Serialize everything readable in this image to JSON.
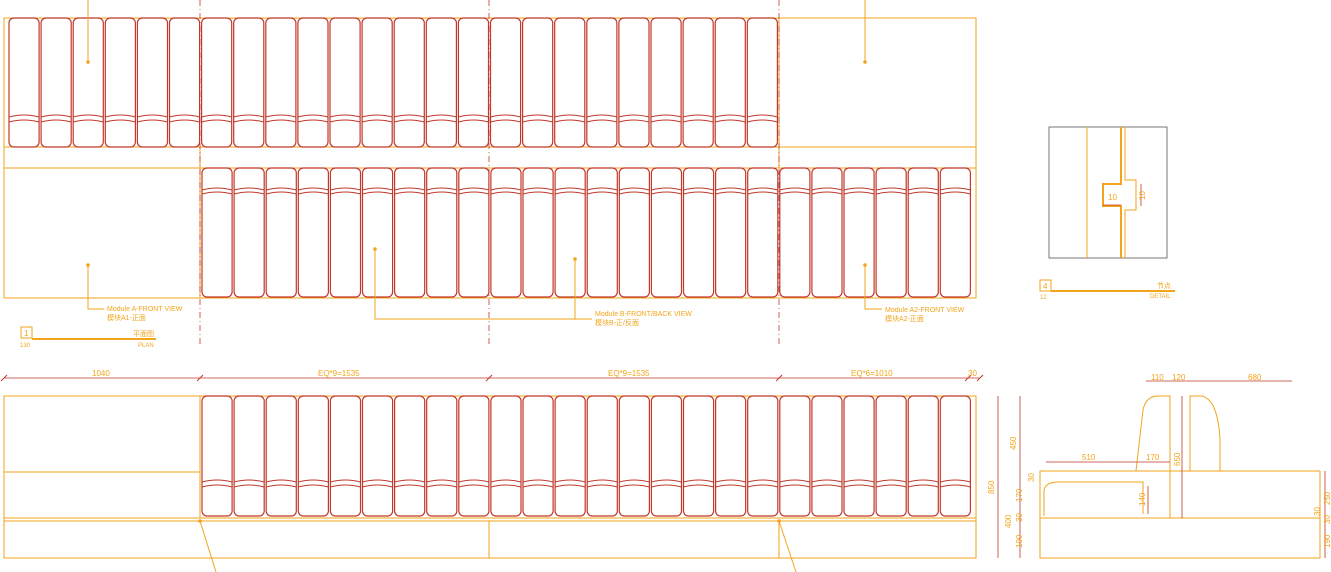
{
  "colors": {
    "outline": "#f2a51a",
    "cushion": "#c0392b",
    "dimension": "#c0392b"
  },
  "plan": {
    "tag_number": "1",
    "tag_scale": "130",
    "title_cn": "平面图",
    "title_en": "PLAN",
    "callout_a1_en": "Module A-FRONT VIEW",
    "callout_a1_cn": "模块A1-正面",
    "callout_b_en": "Module B-FRONT/BACK VIEW",
    "callout_b_cn": "模块B-正/反面",
    "callout_a2_en": "Module A2-FRONT VIEW",
    "callout_a2_cn": "模块A2-正面"
  },
  "detail": {
    "tag_number": "4",
    "tag_scale": "12",
    "title_cn": "节点",
    "title_en": "DETAIL",
    "dim_width": "10",
    "dim_height": "10"
  },
  "elevation": {
    "dims_top": [
      "1040",
      "EQ*9=1535",
      "EQ*9=1535",
      "EQ*6=1010",
      "30"
    ],
    "dims_side": [
      "450",
      "850",
      "30",
      "170",
      "400",
      "30",
      "190"
    ]
  },
  "section": {
    "dims_top": [
      "110",
      "120",
      "680"
    ],
    "dims_mid": [
      "510",
      "170",
      "650",
      "140"
    ],
    "dims_right": [
      "250",
      "30",
      "190",
      "30"
    ]
  }
}
